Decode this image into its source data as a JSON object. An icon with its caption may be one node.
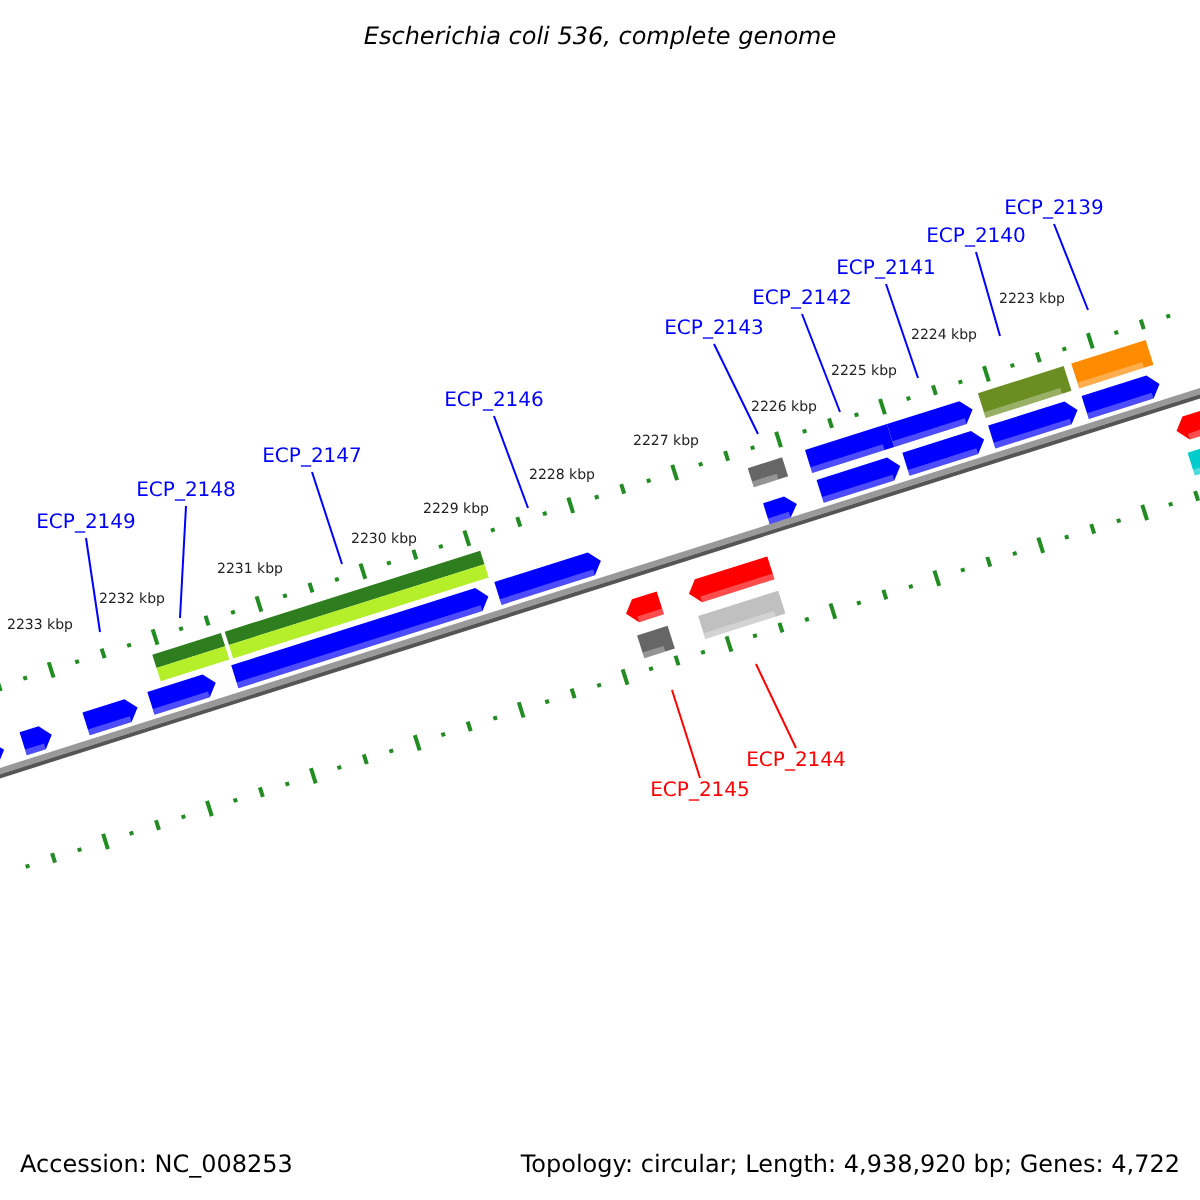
{
  "diagram": {
    "title": "Escherichia coli 536, complete genome",
    "nodes": [
      {
        "text": [
          "ECP_2149"
        ]
      },
      {
        "text": [
          "ECP_2148"
        ]
      },
      {
        "text": [
          "ECP_2147"
        ]
      },
      {
        "text": [
          "ECP_2146"
        ]
      },
      {
        "text": [
          "ECP_2143"
        ]
      },
      {
        "text": [
          "ECP_2142"
        ]
      },
      {
        "text": [
          "ECP_2141"
        ]
      },
      {
        "text": [
          "ECP_2140"
        ]
      },
      {
        "text": [
          "ECP_2139"
        ]
      },
      {
        "text": [
          "ECP_2145"
        ]
      },
      {
        "text": [
          "ECP_2144"
        ]
      }
    ],
    "edges": [
      {
        "from": 0,
        "to": null,
        "arrow": "none"
      },
      {
        "from": 1,
        "to": null,
        "arrow": "none"
      },
      {
        "from": 2,
        "to": null,
        "arrow": "none"
      },
      {
        "from": 3,
        "to": null,
        "arrow": "none"
      },
      {
        "from": 4,
        "to": null,
        "arrow": "none"
      },
      {
        "from": 5,
        "to": null,
        "arrow": "none"
      },
      {
        "from": 6,
        "to": null,
        "arrow": "none"
      },
      {
        "from": 7,
        "to": null,
        "arrow": "none"
      },
      {
        "from": 8,
        "to": null,
        "arrow": "none"
      },
      {
        "from": 9,
        "to": null,
        "arrow": "none",
        "color": "#ff0000"
      },
      {
        "from": 10,
        "to": null,
        "arrow": "none",
        "color": "#ff0000"
      }
    ],
    "labels": [
      "2223 kbp",
      "2224 kbp",
      "2225 kbp",
      "2226 kbp",
      "2227 kbp",
      "2228 kbp",
      "2229 kbp",
      "2230 kbp",
      "2231 kbp",
      "2232 kbp",
      "2233 kbp",
      "Accession: NC_008253",
      "Topology: circular; Length: 4,938,920 bp; Genes: 4,722"
    ]
  }
}
